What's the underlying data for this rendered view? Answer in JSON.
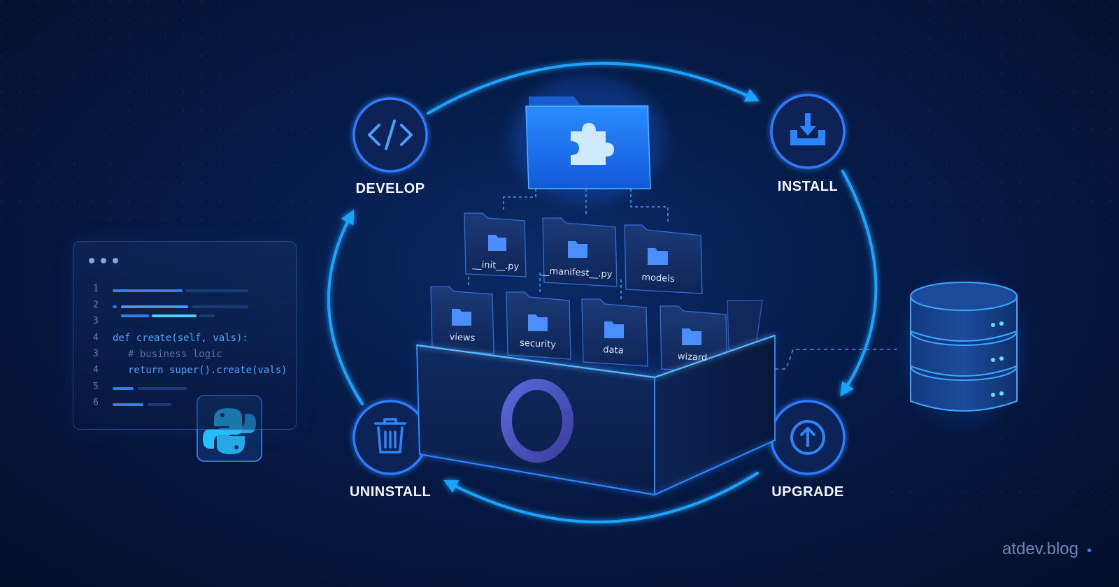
{
  "lifecycle": {
    "stages": [
      {
        "label": "DEVELOP",
        "icon": "code-icon"
      },
      {
        "label": "INSTALL",
        "icon": "download-icon"
      },
      {
        "label": "UPGRADE",
        "icon": "upgrade-icon"
      },
      {
        "label": "UNINSTALL",
        "icon": "trash-icon"
      }
    ]
  },
  "module": {
    "icon": "puzzle-icon",
    "files": [
      "__init__.py",
      "__manifest__.py",
      "models",
      "views",
      "security",
      "data",
      "wizard"
    ]
  },
  "code": {
    "line_numbers": [
      "1",
      "2",
      "3",
      "4",
      "3",
      "4",
      "5",
      "6"
    ],
    "def_line": "def create(self, vals):",
    "comment_line": "# business logic",
    "return_line": "return super().create(vals)"
  },
  "watermark": "atdev.blog",
  "colors": {
    "background": "#061a45",
    "accent": "#1e8fff",
    "ring": "#1fa3ff",
    "cyan": "#3fd3ff"
  }
}
